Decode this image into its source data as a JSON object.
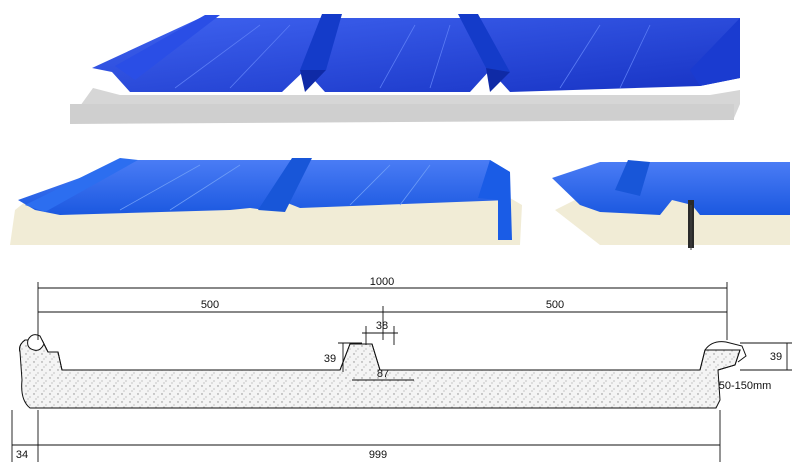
{
  "colors": {
    "steel_blue": "#1f3fd6",
    "steel_blue_light": "#3f63f0",
    "steel_blue_dark": "#0f2aa6",
    "core_gray": "#d9d9d9",
    "core_cream": "#f1ecd6",
    "foam": "#e6e6e6",
    "line": "#111111"
  },
  "views": {
    "top": "panel-3d-grey-core",
    "bottom_left": "panel-3d-cream-core",
    "bottom_right": "panel-joint-detail"
  },
  "dimensions": {
    "total_width": "1000",
    "left_half": "500",
    "right_half": "500",
    "rib_top": "38",
    "rib_height_center": "39",
    "rib_base": "87",
    "rib_height_right": "39",
    "thickness_range": "50-150mm",
    "edge_offset": "34",
    "effective_width": "999"
  }
}
